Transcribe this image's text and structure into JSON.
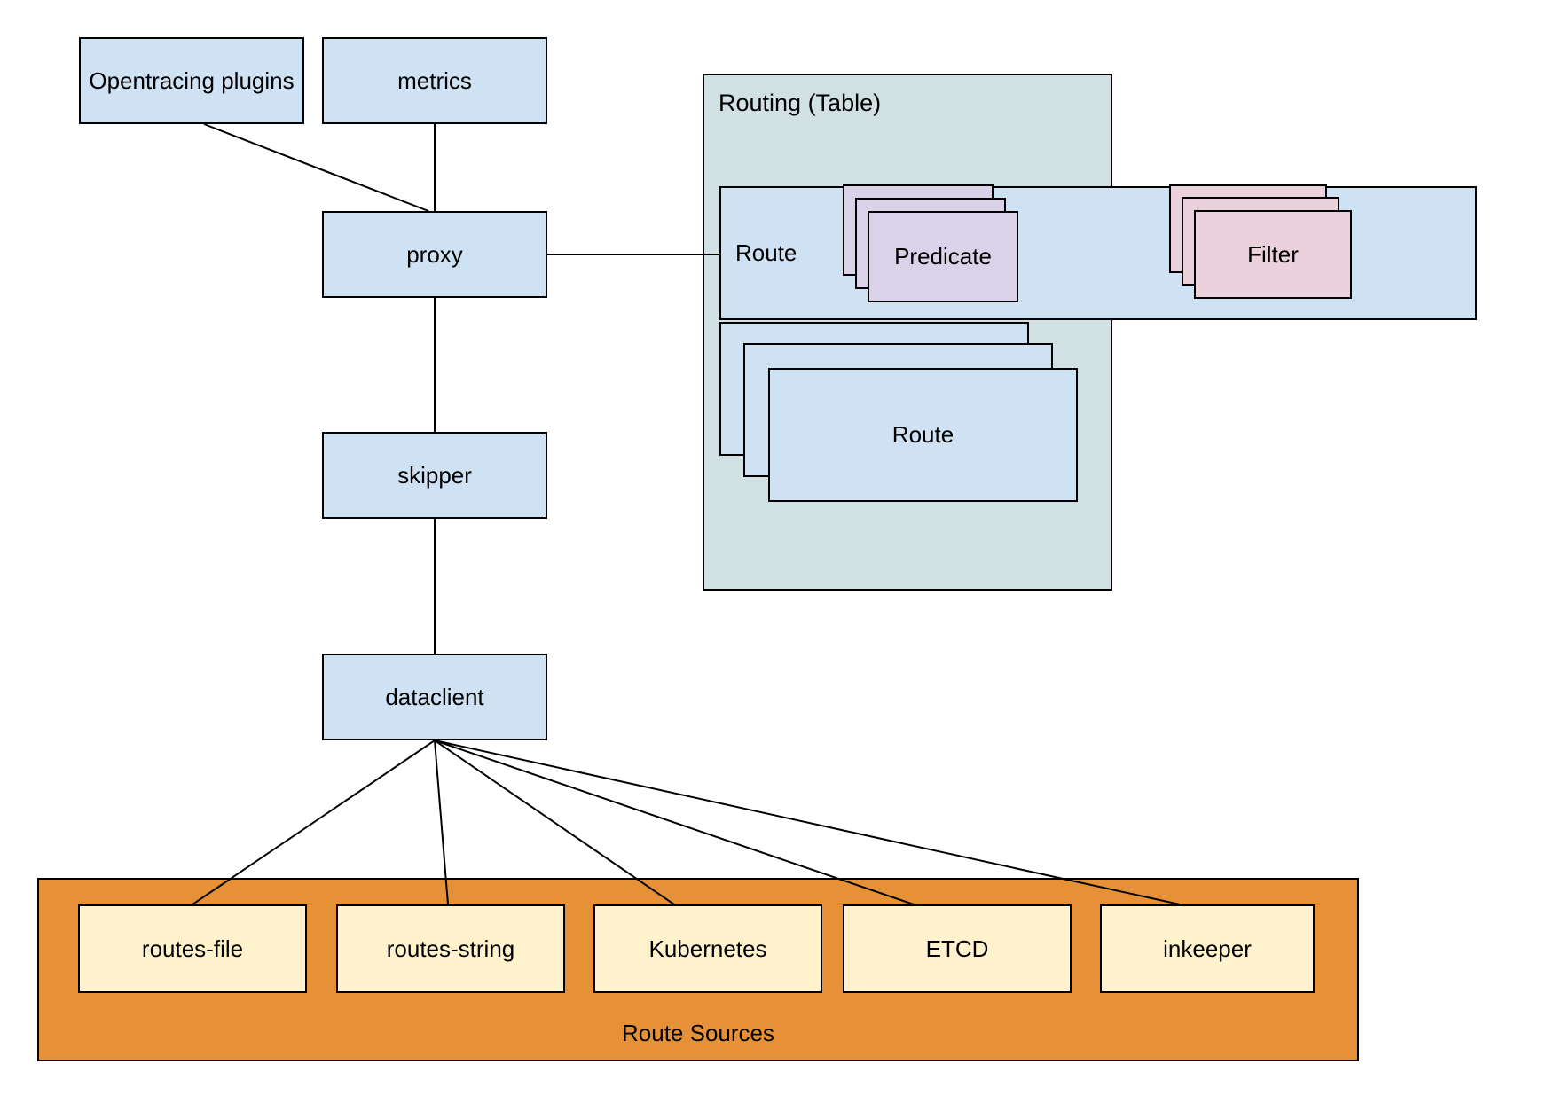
{
  "nodes": {
    "opentracing": {
      "label": "Opentracing plugins"
    },
    "metrics": {
      "label": "metrics"
    },
    "proxy": {
      "label": "proxy"
    },
    "skipper": {
      "label": "skipper"
    },
    "dataclient": {
      "label": "dataclient"
    }
  },
  "routing_table": {
    "title": "Routing (Table)",
    "route": {
      "label": "Route"
    },
    "predicates": {
      "label": "Predicate",
      "stack_count": 3
    },
    "filters": {
      "label": "Filter",
      "stack_count": 3
    },
    "route_stack": {
      "label": "Route",
      "stack_count": 3
    }
  },
  "route_sources": {
    "title": "Route Sources",
    "items": [
      {
        "label": "routes-file"
      },
      {
        "label": "routes-string"
      },
      {
        "label": "Kubernetes"
      },
      {
        "label": "ETCD"
      },
      {
        "label": "inkeeper"
      }
    ]
  },
  "colors": {
    "node_fill": "#cfe2f3",
    "routing_table_fill": "#d0e0e3",
    "predicate_fill": "#d9d2e9",
    "filter_fill": "#ead1dc",
    "sources_fill": "#e69138",
    "source_item_fill": "#fff2cc",
    "border": "#000000",
    "connector": "#000000"
  }
}
